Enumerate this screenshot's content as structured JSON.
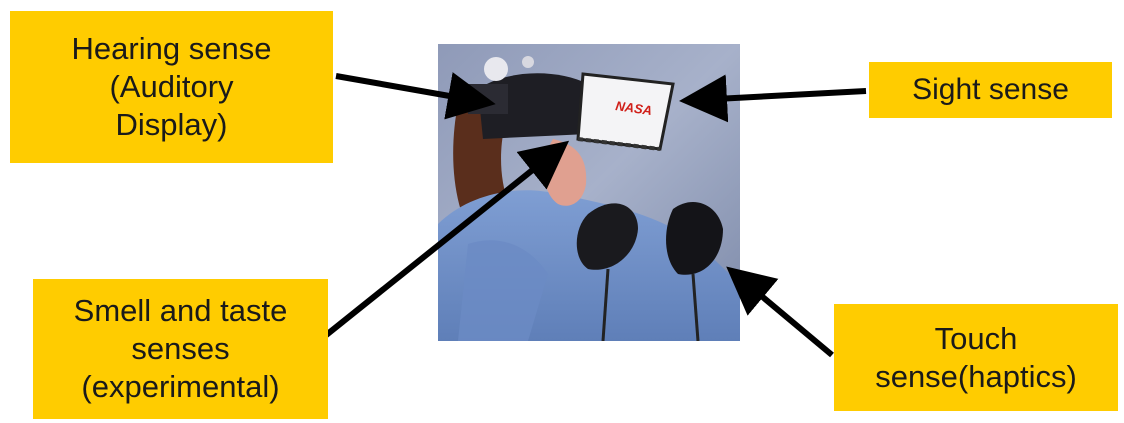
{
  "labels": {
    "hearing": "Hearing sense\n(Auditory\nDisplay)",
    "sight": "Sight sense",
    "smell": "Smell and taste\nsenses\n(experimental)",
    "touch": "Touch\nsense(haptics)"
  },
  "photo": {
    "headset_logo": "NASA"
  },
  "colors": {
    "label_background": "#ffcc00",
    "arrow": "#000000"
  }
}
